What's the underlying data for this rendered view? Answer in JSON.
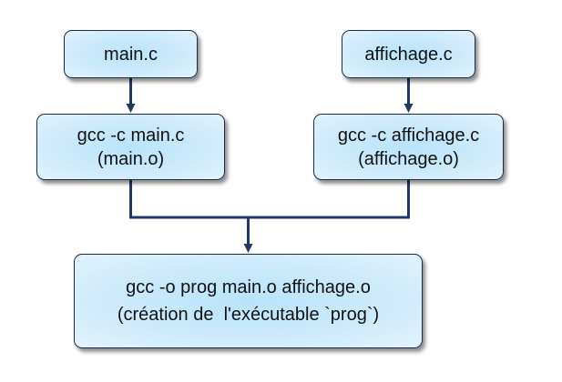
{
  "diagram": {
    "nodes": {
      "main_c": {
        "lines": [
          "main.c"
        ]
      },
      "affichage_c": {
        "lines": [
          "affichage.c"
        ]
      },
      "compile_main": {
        "lines": [
          "gcc -c main.c",
          "(main.o)"
        ]
      },
      "compile_affichage": {
        "lines": [
          "gcc -c affichage.c",
          "(affichage.o)"
        ]
      },
      "link": {
        "lines": [
          "gcc -o prog main.o affichage.o",
          "(création de  l'exécutable `prog`)"
        ]
      }
    },
    "edges": [
      {
        "from": "main_c",
        "to": "compile_main"
      },
      {
        "from": "affichage_c",
        "to": "compile_affichage"
      },
      {
        "from": "compile_main",
        "to": "link"
      },
      {
        "from": "compile_affichage",
        "to": "link"
      }
    ],
    "colors": {
      "connector": "#1f3864",
      "node_border": "#1f2a44",
      "node_fill_center": "#b9e3fb",
      "node_fill_edge": "#e2f3fd"
    }
  }
}
